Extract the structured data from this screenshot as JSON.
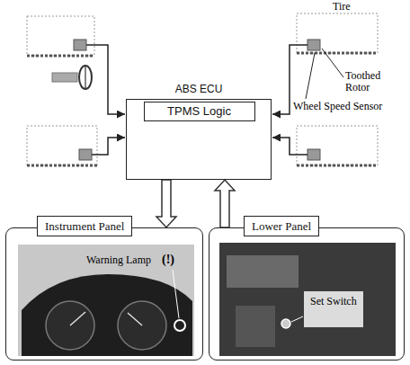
{
  "diagram": {
    "nodes": [
      {
        "text": [
          "ABS ECU"
        ]
      },
      {
        "text": [
          "TPMS Logic"
        ],
        "in": 0
      },
      {
        "text": [
          "Instrument Panel"
        ]
      },
      {
        "text": [
          "Lower Panel"
        ]
      }
    ],
    "edges": [
      {
        "from": 0,
        "to": 2,
        "arrow": "to"
      },
      {
        "from": 3,
        "to": 0,
        "arrow": "to"
      }
    ],
    "labels": [
      "Tire",
      "Toothed Rotor",
      "Wheel Speed Sensor",
      "Warning Lamp",
      "(!)",
      "Set Switch"
    ]
  }
}
